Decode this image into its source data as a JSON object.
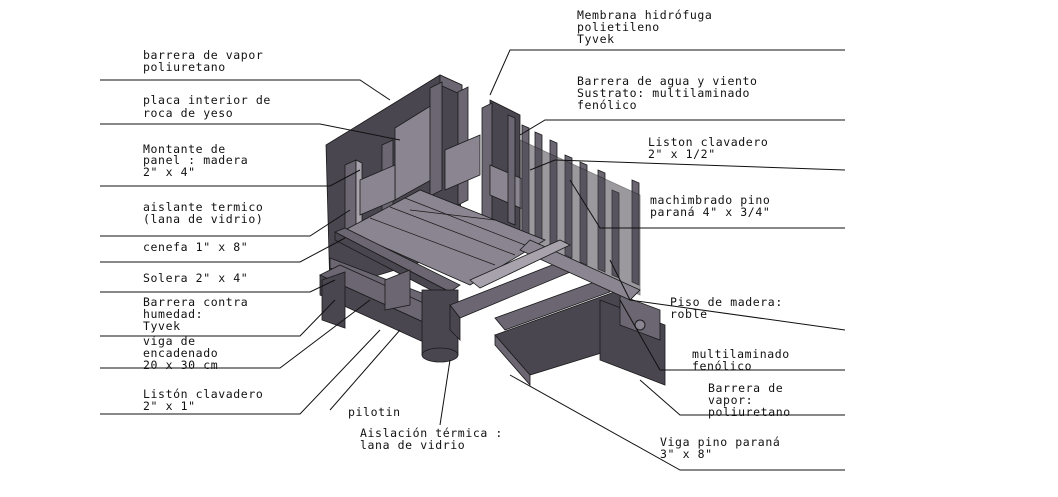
{
  "labels": {
    "barrera_vapor_1": [
      "barrera de vapor",
      "poliuretano"
    ],
    "placa_interior": [
      "placa interior de",
      "roca de yeso"
    ],
    "montante": [
      "Montante de",
      "panel : madera",
      "2\" x 4\""
    ],
    "aislante": [
      "aislante termico",
      "(lana de vidrio)"
    ],
    "cenefa": [
      "cenefa 1\" x 8\""
    ],
    "solera": [
      "Solera 2\" x 4\""
    ],
    "barrera_humedad": [
      "Barrera contra",
      "humedad:",
      "Tyvek"
    ],
    "viga_encadenado": [
      "viga de",
      "encadenado",
      "20 x 30 cm"
    ],
    "liston_izq": [
      "Listón clavadero",
      "2\" x 1\""
    ],
    "pilotin": [
      "pilotin"
    ],
    "aislacion_termica": [
      "Aislación térmica :",
      "lana de vidrio"
    ],
    "membrana": [
      "Membrana hidrófuga",
      "polietileno",
      "Tyvek"
    ],
    "barrera_agua": [
      "Barrera de agua y viento",
      "Sustrato: multilaminado",
      "fenólico"
    ],
    "liston_der": [
      "Liston clavadero",
      "2\" x 1/2\""
    ],
    "machimbrado": [
      "machimbrado pino",
      "paraná 4\" x 3/4\""
    ],
    "piso_madera": [
      "Piso de madera:",
      "roble"
    ],
    "multilaminado": [
      "multilaminado",
      "fenólico"
    ],
    "barrera_vapor_2": [
      "Barrera de",
      "vapor:",
      "poliuretano"
    ],
    "viga_pino": [
      "Viga pino paraná",
      "3\" x 8\""
    ]
  }
}
